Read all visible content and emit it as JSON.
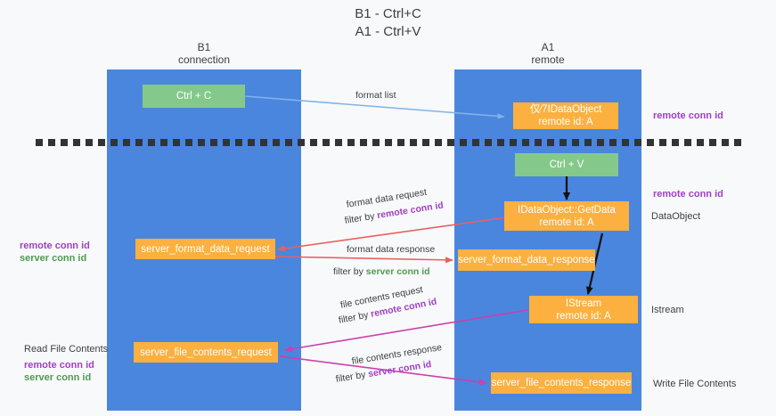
{
  "title": {
    "line1": "B1 - Ctrl+C",
    "line2": "A1 - Ctrl+V"
  },
  "columns": [
    {
      "name": "B1",
      "sub": "connection"
    },
    {
      "name": "A1",
      "sub": "remote"
    }
  ],
  "nodes": {
    "ctrl_c": {
      "label": "Ctrl + C"
    },
    "ctrl_v": {
      "label": "Ctrl + V"
    },
    "idataobject": {
      "line1": "仅⁄7IDataObject",
      "line2": "remote id: A"
    },
    "getdata": {
      "line1": "IDataObject::GetData",
      "line2": "remote id: A"
    },
    "istream": {
      "line1": "IStream",
      "line2": "remote id: A"
    },
    "server_format_data_request": {
      "label": "server_format_data_request"
    },
    "server_format_data_response": {
      "label": "server_format_data_response"
    },
    "server_file_contents_request": {
      "label": "server_file_contents_request"
    },
    "server_file_contents_response": {
      "label": "server_file_contents_response"
    }
  },
  "edge_labels": {
    "format_list": "format list",
    "format_data_request": "format data request",
    "format_data_request_filter_prefix": "filter by ",
    "format_data_request_filter_value": "remote conn id",
    "format_data_response": "format data response",
    "format_data_response_filter_prefix": "filter by ",
    "format_data_response_filter_value": "server conn id",
    "file_contents_request": "file contents request",
    "file_contents_request_filter_prefix": "filter by ",
    "file_contents_request_filter_value": "remote conn id",
    "file_contents_response": "file contents response",
    "file_contents_response_filter_prefix": "filter by ",
    "file_contents_response_filter_value": "server conn id"
  },
  "annotations": {
    "right_remote_conn_id_top": "remote conn id",
    "right_remote_conn_id_mid": "remote conn id",
    "right_dataobject": "DataObject",
    "right_istream": "Istream",
    "right_write_file_contents": "Write File Contents",
    "left_remote_conn_id": "remote conn id",
    "left_server_conn_id": "server conn id",
    "left_read_file_contents": "Read File Contents",
    "left_remote_conn_id_2": "remote conn id",
    "left_server_conn_id_2": "server conn id"
  },
  "colors": {
    "lane": "#4a86de",
    "green_node": "#84c98b",
    "orange_node": "#fbb040",
    "purple": "#a13fc4",
    "green_text": "#4e9a51",
    "red_arrow": "#e8615f",
    "magenta_arrow": "#cc3fae",
    "blue_arrow": "#7fb3e8",
    "black_arrow": "#111111",
    "background": "#f8f9fa"
  }
}
